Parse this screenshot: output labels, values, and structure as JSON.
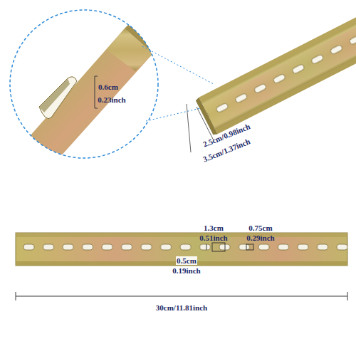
{
  "diagram": {
    "labels": [
      "0.6cm",
      "0.23inch",
      "2.5cm/0.98inch",
      "3.5cm/1.37inch",
      "1.3cm",
      "0.51inch",
      "0.75cm",
      "0.29inch",
      "0.5cm",
      "0.19inch",
      "30cm/11.81inch"
    ]
  }
}
